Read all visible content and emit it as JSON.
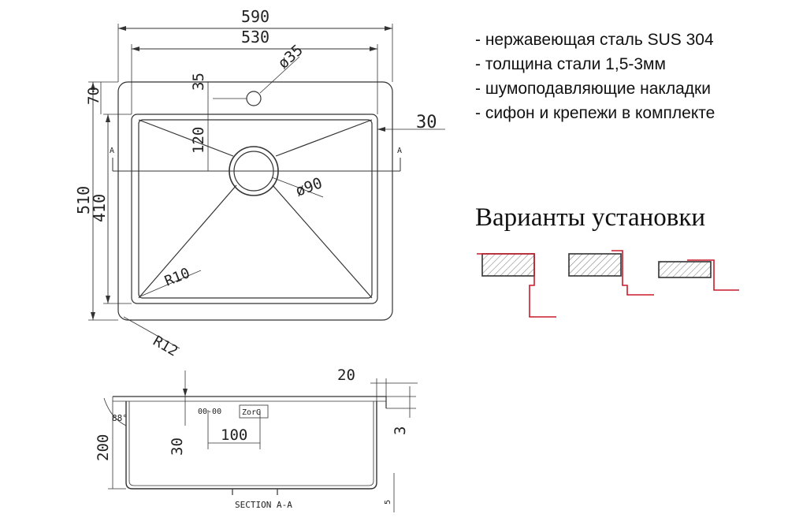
{
  "features": [
    "- нержавеющая сталь SUS 304",
    "- толщина стали 1,5-3мм",
    "- шумоподавляющие накладки",
    "- сифон и крепежи в комплекте"
  ],
  "install_title": "Варианты установки",
  "top_view": {
    "width_outer": "590",
    "width_inner": "530",
    "tap_hole": "ø35",
    "tap_offset": "35",
    "rim": "70",
    "rim_side": "30",
    "drain_offset": "120",
    "drain": "ø90",
    "height_outer": "510",
    "height_inner": "410",
    "radius_inner": "R10",
    "radius_outer": "R12",
    "section_mark_left": "A",
    "section_mark_right": "A"
  },
  "section_view": {
    "label": "SECTION A-A",
    "depth": "200",
    "angle": "88°",
    "dim_30": "30",
    "dim_100": "100",
    "dim_20": "20",
    "dim_3": "3",
    "dim_5": "5",
    "overflow": "00-00",
    "brand": "ZorG"
  },
  "colors": {
    "line": "#333333",
    "install_accent": "#cc1a2b"
  }
}
